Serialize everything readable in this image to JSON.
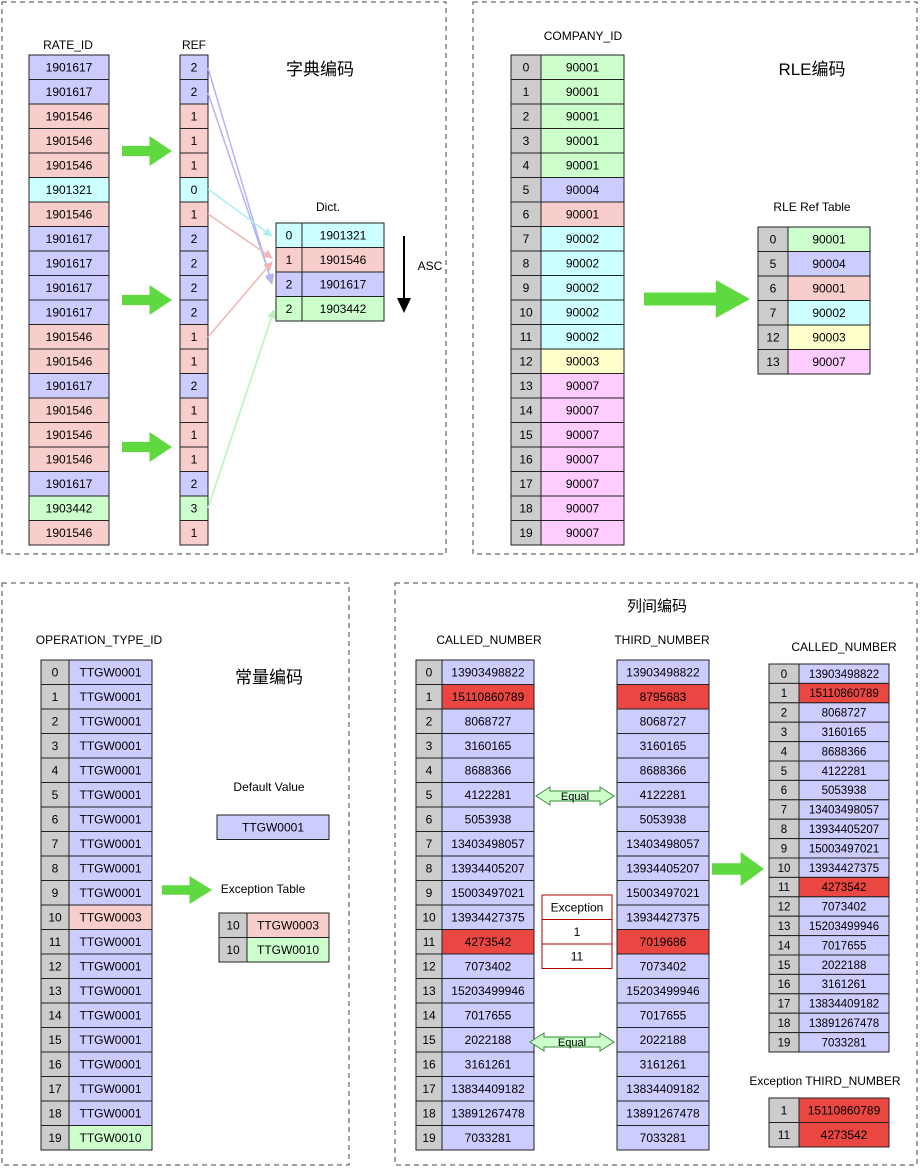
{
  "dict": {
    "title": "字典编码",
    "rate_header": "RATE_ID",
    "ref_header": "REF",
    "dict_title": "Dict.",
    "asc_label": "ASC",
    "rate_ids": [
      "1901617",
      "1901617",
      "1901546",
      "1901546",
      "1901546",
      "1901321",
      "1901546",
      "1901617",
      "1901617",
      "1901617",
      "1901617",
      "1901546",
      "1901546",
      "1901617",
      "1901546",
      "1901546",
      "1901546",
      "1901617",
      "1903442",
      "1901546"
    ],
    "refs": [
      "2",
      "2",
      "1",
      "1",
      "1",
      "0",
      "1",
      "2",
      "2",
      "2",
      "2",
      "1",
      "1",
      "2",
      "1",
      "1",
      "1",
      "2",
      "3",
      "1"
    ],
    "dict_rows": [
      {
        "idx": "0",
        "val": "1901321"
      },
      {
        "idx": "1",
        "val": "1901546"
      },
      {
        "idx": "2",
        "val": "1901617"
      },
      {
        "idx": "2",
        "val": "1903442"
      }
    ]
  },
  "rle": {
    "title": "RLE编码",
    "header": "COMPANY_ID",
    "ref_table_title": "RLE Ref Table",
    "ids": [
      "90001",
      "90001",
      "90001",
      "90001",
      "90001",
      "90004",
      "90001",
      "90002",
      "90002",
      "90002",
      "90002",
      "90002",
      "90003",
      "90007",
      "90007",
      "90007",
      "90007",
      "90007",
      "90007",
      "90007"
    ],
    "ref_table": [
      {
        "idx": "0",
        "val": "90001"
      },
      {
        "idx": "5",
        "val": "90004"
      },
      {
        "idx": "6",
        "val": "90001"
      },
      {
        "idx": "7",
        "val": "90002"
      },
      {
        "idx": "12",
        "val": "90003"
      },
      {
        "idx": "13",
        "val": "90007"
      }
    ]
  },
  "constant": {
    "title": "常量编码",
    "header": "OPERATION_TYPE_ID",
    "values": [
      "TTGW0001",
      "TTGW0001",
      "TTGW0001",
      "TTGW0001",
      "TTGW0001",
      "TTGW0001",
      "TTGW0001",
      "TTGW0001",
      "TTGW0001",
      "TTGW0001",
      "TTGW0003",
      "TTGW0001",
      "TTGW0001",
      "TTGW0001",
      "TTGW0001",
      "TTGW0001",
      "TTGW0001",
      "TTGW0001",
      "TTGW0001",
      "TTGW0010"
    ],
    "default_label": "Default Value",
    "default_value": "TTGW0001",
    "exception_label": "Exception Table",
    "exceptions": [
      {
        "idx": "10",
        "val": "TTGW0003"
      },
      {
        "idx": "10",
        "val": "TTGW0010"
      }
    ]
  },
  "inter_column": {
    "title": "列间编码",
    "called_header": "CALLED_NUMBER",
    "third_header": "THIRD_NUMBER",
    "called": [
      "13903498822",
      "15110860789",
      "8068727",
      "3160165",
      "8688366",
      "4122281",
      "5053938",
      "13403498057",
      "13934405207",
      "15003497021",
      "13934427375",
      "4273542",
      "7073402",
      "15203499946",
      "7017655",
      "2022188",
      "3161261",
      "13834409182",
      "13891267478",
      "7033281"
    ],
    "third": [
      "13903498822",
      "8795683",
      "8068727",
      "3160165",
      "8688366",
      "4122281",
      "5053938",
      "13403498057",
      "13934405207",
      "15003497021",
      "13934427375",
      "7019686",
      "7073402",
      "15203499946",
      "7017655",
      "2022188",
      "3161261",
      "13834409182",
      "13891267478",
      "7033281"
    ],
    "equal_label": "Equal",
    "exception_box": [
      "Exception",
      "1",
      "11"
    ],
    "result_header": "CALLED_NUMBER",
    "exception_third_label": "Exception THIRD_NUMBER",
    "exception_third": [
      {
        "idx": "1",
        "val": "15110860789"
      },
      {
        "idx": "11",
        "val": "4273542"
      }
    ]
  },
  "colors": {
    "blue": "#ccccff",
    "red": "#f8cecc",
    "cyan": "#ccffff",
    "green": "#ccffcc",
    "yellow": "#ffffcc",
    "pink": "#ffccff",
    "gray": "#cccccc",
    "strong_red": "#ea4743",
    "arrow_green": "#5fd940",
    "exception_red": "#b20000"
  }
}
